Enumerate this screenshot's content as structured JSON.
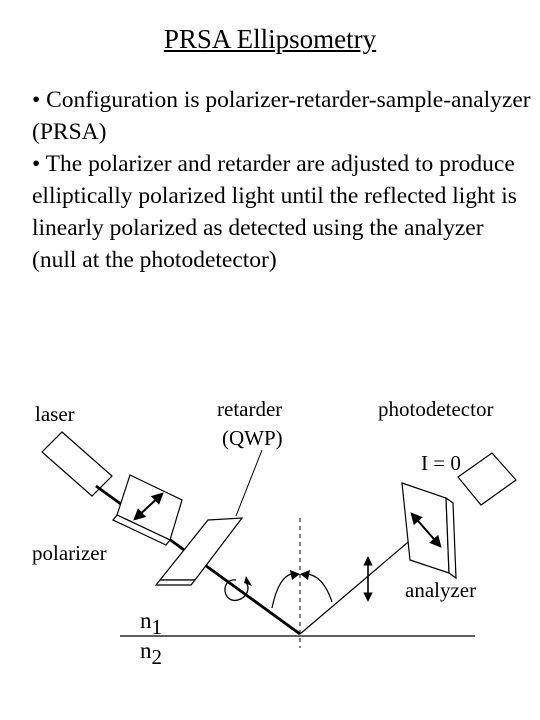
{
  "slide": {
    "title": "PRSA Ellipsometry",
    "bullets": [
      "• Configuration is polarizer-retarder-sample-analyzer (PRSA)",
      "• The polarizer and retarder are adjusted to produce elliptically polarized light until the reflected light is linearly polarized as detected using the analyzer (null at the photodetector)"
    ]
  },
  "diagram": {
    "labels": {
      "laser": "laser",
      "retarder_line1": "retarder",
      "retarder_line2": "(QWP)",
      "photodetector": "photodetector",
      "intensity": "I = 0",
      "polarizer": "polarizer",
      "analyzer": "analyzer",
      "n1": "n",
      "n1_sub": "1",
      "n2": "n",
      "n2_sub": "2"
    }
  }
}
